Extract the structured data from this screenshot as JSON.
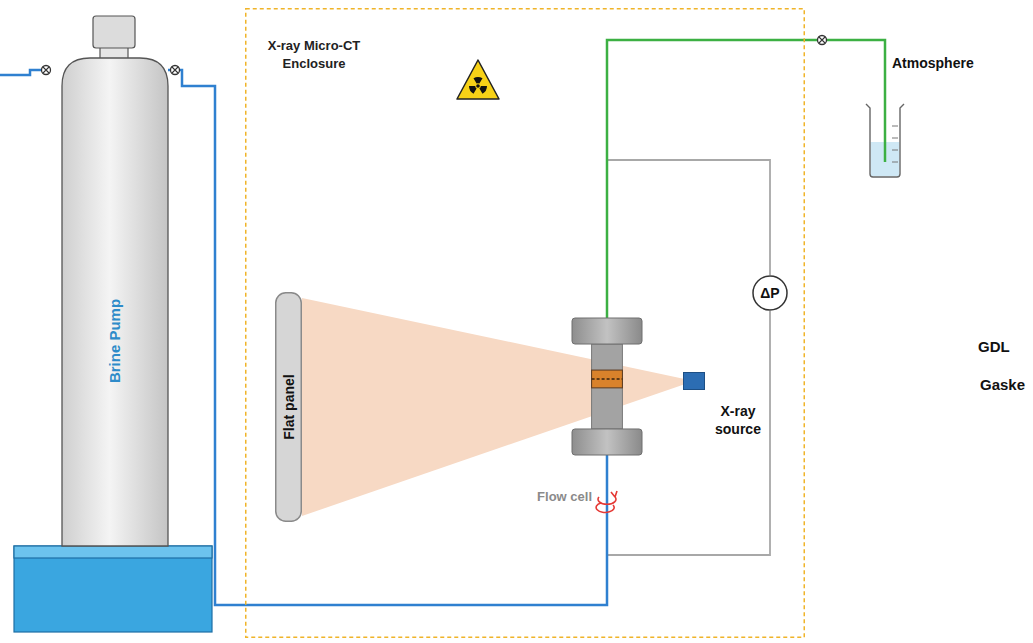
{
  "diagram": {
    "nodes": [
      {
        "text": [
          "Brine Pump"
        ]
      },
      {
        "text": [
          "X-ray Micro-CT Enclosure"
        ]
      },
      {
        "text": [
          "Flat panel"
        ],
        "in": 1
      },
      {
        "text": [
          "Flow cell"
        ],
        "in": 1
      },
      {
        "text": [
          "X-ray source"
        ],
        "in": 1
      },
      {
        "text": [
          "ΔP"
        ],
        "in": 1
      },
      {
        "text": [
          "Atmosphere"
        ]
      }
    ],
    "edges": [
      {
        "from": 0,
        "to": 3,
        "arrow": "none"
      },
      {
        "from": 3,
        "to": 6,
        "arrow": "none"
      },
      {
        "from": 3,
        "to": 5,
        "arrow": "none"
      },
      {
        "from": 5,
        "to": 3,
        "arrow": "none"
      }
    ],
    "labels": [
      "GDL",
      "Gaske"
    ]
  }
}
